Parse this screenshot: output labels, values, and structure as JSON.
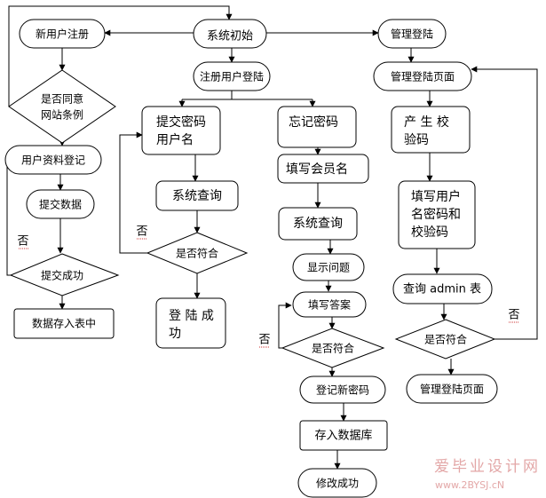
{
  "nodes": {
    "system_init": "系统初始",
    "new_user_register": "新用户注册",
    "admin_login": "管理登陆",
    "agree_terms_1": "是否同意",
    "agree_terms_2": "网站条例",
    "register_user_login": "注册用户登陆",
    "admin_login_page": "管理登陆页面",
    "user_profile_register": "用户资料登记",
    "submit_pwd_1": "提交密码",
    "submit_pwd_2": "用户名",
    "forgot_password": "忘记密码",
    "gen_captcha_1": "产 生 校",
    "gen_captcha_2": "验码",
    "submit_data": "提交数据",
    "system_query_left": "系统查询",
    "fill_member_name": "填写会员名",
    "fill_user_1": "填写用户",
    "fill_user_2": "名密码和",
    "fill_user_3": "校验码",
    "submit_success": "提交成功",
    "is_match_left": "是否符合",
    "system_query_mid": "系统查询",
    "show_question": "显示问题",
    "query_admin_table": "查询 admin 表",
    "save_to_table": "数据存入表中",
    "login_success_1": "登 陆 成",
    "login_success_2": "功",
    "fill_answer": "填写答案",
    "is_match_mid": "是否符合",
    "is_match_right": "是否符合",
    "register_new_pwd": "登记新密码",
    "admin_login_page_final": "管理登陆页面",
    "save_to_db": "存入数据库",
    "modify_success": "修改成功"
  },
  "labels": {
    "no_submit": "否",
    "no_login": "否",
    "no_answer": "否",
    "no_admin": "否"
  },
  "watermark": {
    "title": "爱毕业设计网",
    "url": "www.2BYSJ.cN"
  }
}
